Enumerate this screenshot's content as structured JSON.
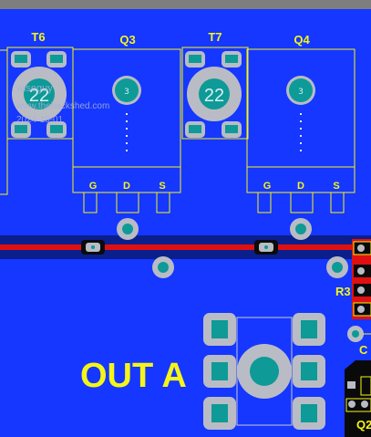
{
  "colors": {
    "board": "#0a1f8c",
    "copper": "#1537ff",
    "pad": "#b9bcc4",
    "via_center": "#0e9a97",
    "silkscreen": "#f5f518",
    "trace": "#e01010",
    "top_strip": "#7e7e7e"
  },
  "labels": {
    "t6": "T6",
    "q3": "Q3",
    "t7": "T7",
    "q4": "Q4",
    "pad22_left": "22",
    "pad22_right": "22",
    "q3_pin": "3",
    "q4_pin": "3",
    "q3_g": "G",
    "q3_d": "D",
    "q3_s": "S",
    "q4_g": "G",
    "q4_d": "D",
    "q4_s": "S",
    "r3": "R3",
    "c_partial": "C",
    "q2_partial": "Q2",
    "out_a": "OUT A"
  },
  "watermark": {
    "line1": "wiseguy",
    "line2": "www.thebackshed.com",
    "line3": "2024-10-01"
  },
  "icons": {
    "via": "via-icon",
    "pad": "smd-pad-icon",
    "connector": "terminal-connector-icon"
  }
}
